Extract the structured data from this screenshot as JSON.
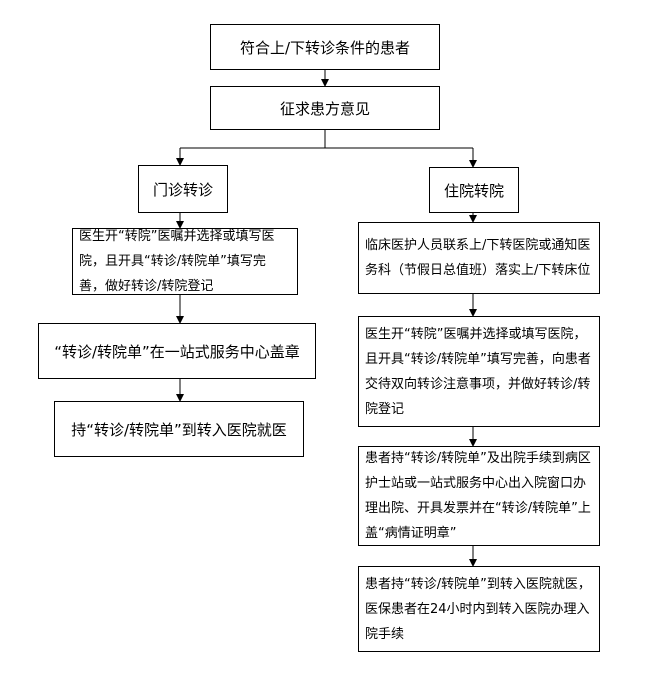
{
  "flow": {
    "start": "符合上/下转诊条件的患者",
    "consult": "征求患方意见",
    "outpatient": {
      "title": "门诊转诊",
      "step1": "医生开“转院”医嘱并选择或填写医院，且开具“转诊/转院单”填写完善，做好转诊/转院登记",
      "step2": "“转诊/转院单”在一站式服务中心盖章",
      "step3": "持“转诊/转院单”到转入医院就医"
    },
    "inpatient": {
      "title": "住院转院",
      "step1": "临床医护人员联系上/下转医院或通知医务科（节假日总值班）落实上/下转床位",
      "step2": "医生开“转院”医嘱并选择或填写医院，且开具“转诊/转院单”填写完善，向患者交待双向转诊注意事项，并做好转诊/转院登记",
      "step3": "患者持“转诊/转院单”及出院手续到病区护士站或一站式服务中心出入院窗口办理出院、开具发票并在“转诊/转院单”上盖“病情证明章”",
      "step4": "患者持“转诊/转院单”到转入医院就医，医保患者在24小时内到转入医院办理入院手续"
    }
  }
}
